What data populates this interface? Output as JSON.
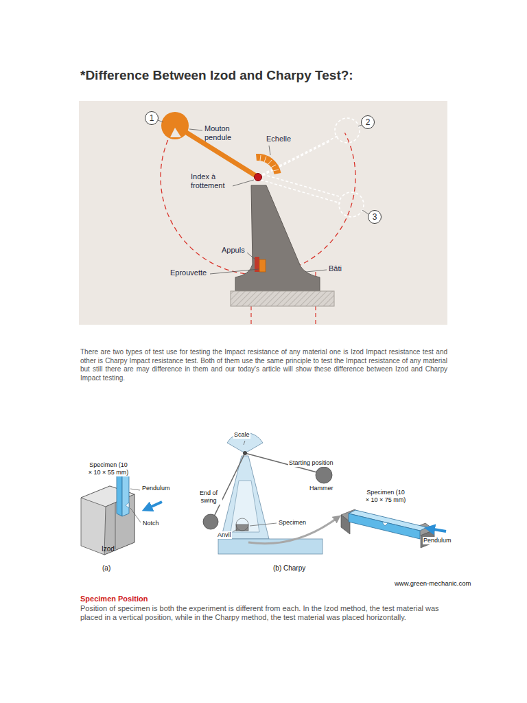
{
  "diagram": {
    "title": "*Difference Between Izod and Charpy Test?:",
    "nodes": [
      {
        "text": [
          "1"
        ]
      },
      {
        "text": [
          "2"
        ]
      },
      {
        "text": [
          "3"
        ]
      }
    ],
    "labels": [
      "Mouton pendule",
      "Echelle",
      "Index à frottement",
      "Appuls",
      "Eprouvette",
      "Bâti",
      "There are two types of test use for testing the Impact resistance of any material one is Izod Impact resistance test and other is Charpy Impact resistance test. Both of them use the same principle to test the Impact resistance of any material but still there are may difference in them and our today's article will show these difference between Izod and Charpy Impact testing.",
      "Specimen (10 × 10 × 55 mm)",
      "Pendulum",
      "Notch",
      "Izod",
      "(a)",
      "Scale",
      "Starting position",
      "Hammer",
      "End of swing",
      "Specimen",
      "Anvil",
      "Specimen (10 × 10 × 75 mm)",
      "Pendulum",
      "(b) Charpy",
      "www.green-mechanic.com",
      "Specimen Position",
      "Position of specimen is both the experiment is different from each. In the Izod method, the test material was placed in a vertical position, while in the Charpy method, the test material was placed horizontally."
    ]
  }
}
